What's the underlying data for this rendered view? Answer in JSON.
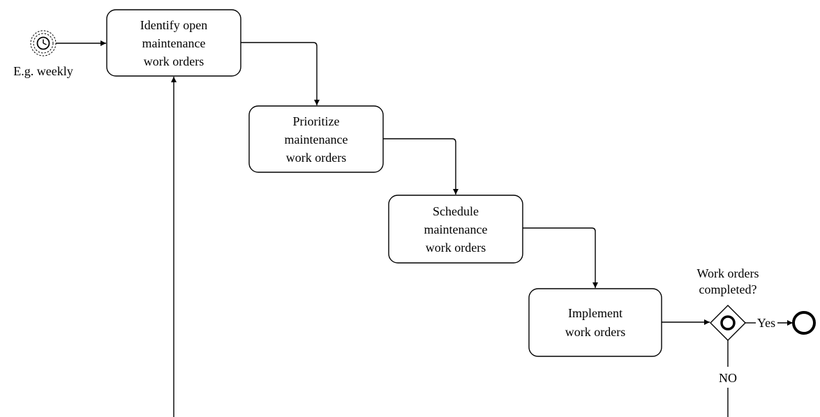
{
  "start_event": {
    "icon": "timer-start-event-icon",
    "label": "E.g. weekly"
  },
  "tasks": [
    {
      "id": "identify",
      "lines": [
        "Identify open",
        "maintenance",
        "work orders"
      ]
    },
    {
      "id": "prioritize",
      "lines": [
        "Prioritize",
        "maintenance",
        "work orders"
      ]
    },
    {
      "id": "schedule",
      "lines": [
        "Schedule",
        "maintenance",
        "work orders"
      ]
    },
    {
      "id": "implement",
      "lines": [
        "Implement",
        "work orders"
      ]
    }
  ],
  "gateway": {
    "icon": "inclusive-gateway-icon",
    "question_lines": [
      "Work orders",
      "completed?"
    ],
    "yes_label": "Yes",
    "no_label": "NO"
  },
  "end_event": {
    "icon": "end-event-icon"
  },
  "colors": {
    "stroke": "#000000",
    "background": "#ffffff"
  }
}
